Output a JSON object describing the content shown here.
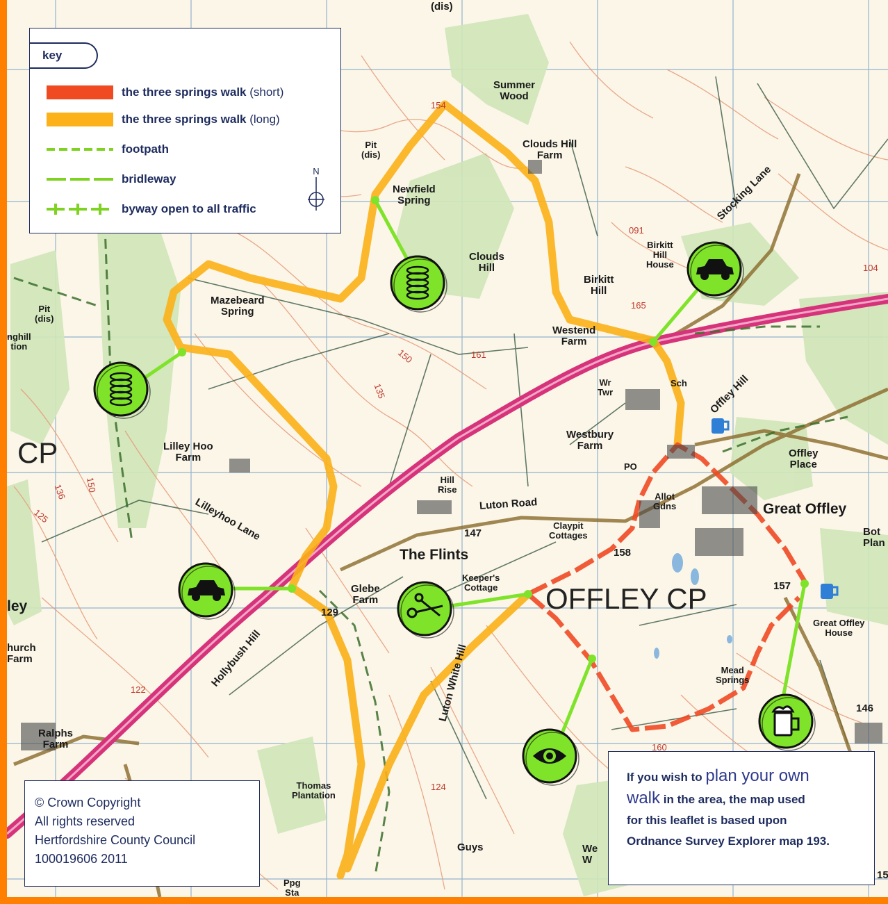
{
  "key": {
    "tab_label": "key",
    "items": [
      {
        "name": "the three springs walk",
        "note": "(short)",
        "color": "#f04a23",
        "style": "solid"
      },
      {
        "name": "the three springs walk",
        "note": "(long)",
        "color": "#fbb117",
        "style": "solid"
      },
      {
        "name": "footpath",
        "note": "",
        "color": "#7ed321",
        "style": "dashed"
      },
      {
        "name": "bridleway",
        "note": "",
        "color": "#7ed321",
        "style": "longdash"
      },
      {
        "name": "byway open to all traffic",
        "note": "",
        "color": "#7ed321",
        "style": "cross"
      }
    ],
    "north_label": "N"
  },
  "copyright": {
    "lines": [
      "© Crown Copyright",
      "All rights reserved",
      "Hertfordshire County Council",
      "100019606 2011"
    ]
  },
  "plan_box": {
    "intro": "If you wish to ",
    "highlight_1": "plan your own",
    "highlight_2": "walk",
    "rest_1": " in the area, the map used",
    "rest_2": "for this leaflet is based upon",
    "rest_3": "Ordnance Survey Explorer map 193."
  },
  "places": {
    "summer_wood": "Summer\nWood",
    "clouds_hill_farm": "Clouds Hill\nFarm",
    "pit_dis_1": "Pit\n(dis)",
    "newfield_spring": "Newfield\nSpring",
    "clouds_hill": "Clouds\nHill",
    "birkitt_hill_house": "Birkitt\nHill\nHouse",
    "birkitt_hill": "Birkitt\nHill",
    "stocking_lane": "Stocking Lane",
    "mazebeard_spring": "Mazebeard\nSpring",
    "pit_dis_2": "Pit\n(dis)",
    "westend_farm": "Westend\nFarm",
    "wr_twr": "Wr\nTwr",
    "sch": "Sch",
    "offley_hill": "Offley Hill",
    "westbury_farm": "Westbury\nFarm",
    "po": "PO",
    "offley_place": "Offley\nPlace",
    "lilley_hoo_farm": "Lilley Hoo\nFarm",
    "lilleyhoo_lane": "Lilleyhoo Lane",
    "hill_rise": "Hill\nRise",
    "luton_road": "Luton Road",
    "claypit_cottages": "Claypit\nCottages",
    "allot_gdns": "Allot\nGdns",
    "great_offley": "Great Offley",
    "the_flints": "The Flints",
    "keepers_cottage": "Keeper's\nCottage",
    "offley_cp": "OFFLEY CP",
    "cp_left": "CP",
    "glebe_farm": "Glebe\nFarm",
    "great_offley_house": "Great Offley\nHouse",
    "hollybush_hill": "Hollybush Hill",
    "luton_white_hill": "Luton White Hill",
    "mead_springs": "Mead\nSprings",
    "ralphs_farm": "Ralphs\nFarm",
    "church_farm": "hurch\nFarm",
    "thomas_plantation": "Thomas\nPlantation",
    "guys": "Guys",
    "ppg_sta": "Ppg\nSta",
    "bot_plan": "Bot\nPlan",
    "nghill_tion": "nghill\ntion",
    "dis_top": "(dis)",
    "ley": "ley",
    "we_w": "We\nW"
  },
  "heights": {
    "h154": "154",
    "h091": "091",
    "h104": "104",
    "h165": "165",
    "h161": "161",
    "h150": "150",
    "h135": "135",
    "h147": "147",
    "h158": "158",
    "h129": "129",
    "h157": "157",
    "h146": "146",
    "h160": "160",
    "h124": "124",
    "h122": "122",
    "h136": "136",
    "h125": "125",
    "h150b": "150",
    "h15": "15"
  },
  "markers": [
    {
      "kind": "spring",
      "icon": "spring-icon"
    },
    {
      "kind": "spring",
      "icon": "spring-icon"
    },
    {
      "kind": "car",
      "icon": "car-icon"
    },
    {
      "kind": "car",
      "icon": "car-icon"
    },
    {
      "kind": "stile",
      "icon": "scissors-icon"
    },
    {
      "kind": "viewpoint",
      "icon": "eye-icon"
    },
    {
      "kind": "pub",
      "icon": "beer-mug-icon"
    }
  ],
  "colors": {
    "frame": "#ff7f00",
    "short_route": "#f04a23",
    "long_route": "#fbb117",
    "path_green": "#7ed321",
    "marker_green": "#7fe32a",
    "text_navy": "#1d2b5e",
    "road_magenta": "#d6337a"
  }
}
